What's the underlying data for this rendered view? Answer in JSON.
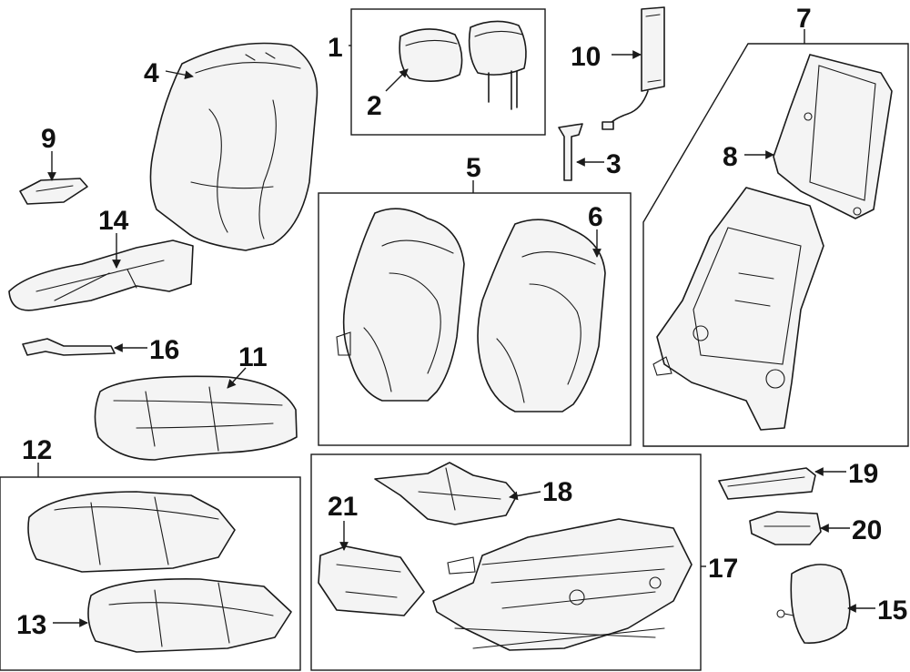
{
  "callouts": {
    "c1": "1",
    "c2": "2",
    "c3": "3",
    "c4": "4",
    "c5": "5",
    "c6": "6",
    "c7": "7",
    "c8": "8",
    "c9": "9",
    "c10": "10",
    "c11": "11",
    "c12": "12",
    "c13": "13",
    "c14": "14",
    "c15": "15",
    "c16": "16",
    "c17": "17",
    "c18": "18",
    "c19": "19",
    "c20": "20",
    "c21": "21"
  },
  "colors": {
    "line": "#1a1a1a",
    "background": "#ffffff"
  }
}
